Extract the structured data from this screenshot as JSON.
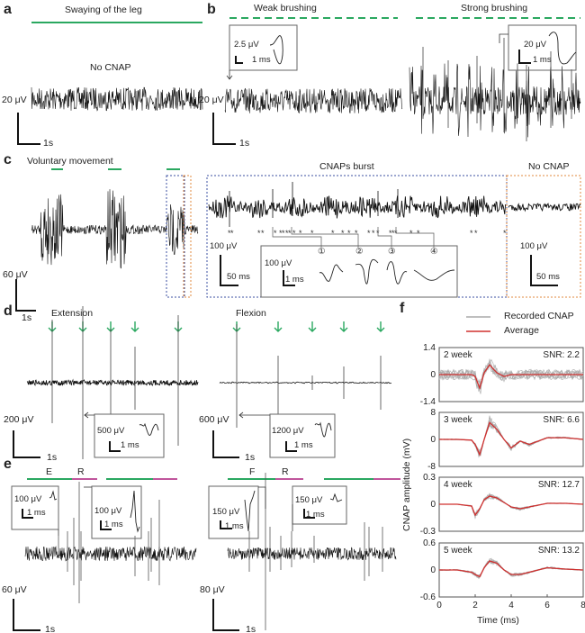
{
  "panels": {
    "a": {
      "letter": "a",
      "title": "Swaying of the leg",
      "note": "No CNAP",
      "scale_v": "20 μV",
      "scale_h": "1s"
    },
    "b": {
      "letter": "b",
      "weak": "Weak brushing",
      "strong": "Strong brushing",
      "scale_v": "20 μV",
      "scale_h": "1s",
      "inset_weak": {
        "v": "2.5 μV",
        "h": "1 ms"
      },
      "inset_strong": {
        "v": "20 μV",
        "h": "1 ms"
      }
    },
    "c": {
      "letter": "c",
      "title": "Voluntary movement",
      "scale_v": "60 μV",
      "scale_h": "1s",
      "burst_title": "CNAPs burst",
      "no_cnap_title": "No CNAP",
      "burst_scale_v": "100 μV",
      "burst_scale_h": "50 ms",
      "nocnap_scale_v": "100 μV",
      "nocnap_scale_h": "50 ms",
      "inset": {
        "v": "100 μV",
        "h": "1 ms",
        "markers": [
          "①",
          "②",
          "③",
          "④"
        ]
      }
    },
    "d": {
      "letter": "d",
      "extension": "Extension",
      "flexion": "Flexion",
      "ext_scale_v": "200 μV",
      "ext_scale_h": "1s",
      "flex_scale_v": "600 μV",
      "flex_scale_h": "1s",
      "ext_inset": {
        "v": "500 μV",
        "h": "1 ms"
      },
      "flex_inset": {
        "v": "1200 μV",
        "h": "1 ms"
      }
    },
    "e": {
      "letter": "e",
      "left_labels": [
        "E",
        "R"
      ],
      "right_labels": [
        "F",
        "R"
      ],
      "left_scale_v": "60 μV",
      "left_scale_h": "1s",
      "right_scale_v": "80 μV",
      "right_scale_h": "1s",
      "insets": [
        {
          "v": "100 μV",
          "h": "1 ms"
        },
        {
          "v": "100 μV",
          "h": "1 ms"
        },
        {
          "v": "150 μV",
          "h": "1 ms"
        },
        {
          "v": "150 μV",
          "h": "1 ms"
        }
      ]
    },
    "f": {
      "letter": "f"
    }
  },
  "colors": {
    "green": "#2aa860",
    "magenta": "#c0559c",
    "blue": "#3b4fa0",
    "orange": "#e08a3c",
    "red": "#d0302f",
    "grey": "#aaaaaa"
  },
  "chart_data": {
    "type": "line",
    "xlabel": "Time (ms)",
    "ylabel": "CNAP amplitude (mV)",
    "xlim": [
      0,
      8
    ],
    "xticks": [
      "0",
      "2",
      "4",
      "6",
      "8"
    ],
    "legend": [
      "Recorded CNAP",
      "Average"
    ],
    "legend_position": "top",
    "x": [
      0,
      1,
      1.8,
      2.0,
      2.25,
      2.5,
      2.8,
      3.2,
      3.6,
      4,
      4.5,
      5,
      6,
      7,
      8
    ],
    "subplots": [
      {
        "label": "2 week",
        "snr": "SNR: 2.2",
        "ylim": [
          -1.4,
          1.4
        ],
        "yticks": [
          "1.4",
          "0",
          "-1.4"
        ],
        "average": [
          0,
          0,
          0,
          -0.1,
          -0.7,
          0.1,
          0.5,
          0.1,
          -0.1,
          0,
          0,
          0,
          0,
          0,
          0
        ],
        "noise": 0.35
      },
      {
        "label": "3 week",
        "snr": "SNR: 6.6",
        "ylim": [
          -8,
          8
        ],
        "yticks": [
          "8",
          "0",
          "-8"
        ],
        "average": [
          0,
          0,
          -0.2,
          -1.5,
          -4.5,
          0,
          5,
          3,
          0,
          -2.5,
          -0.5,
          -1.5,
          0.5,
          0.5,
          0
        ],
        "noise": 0.8
      },
      {
        "label": "4 week",
        "snr": "SNR: 12.7",
        "ylim": [
          -0.3,
          0.3
        ],
        "yticks": [
          "0.3",
          "0",
          "-0.3"
        ],
        "average": [
          0,
          0,
          -0.02,
          -0.12,
          -0.05,
          0.05,
          0.09,
          0.07,
          0.02,
          -0.03,
          -0.05,
          -0.03,
          0.01,
          0.01,
          0
        ],
        "noise": 0.012
      },
      {
        "label": "5 week",
        "snr": "SNR: 13.2",
        "ylim": [
          -0.6,
          0.6
        ],
        "yticks": [
          "0.6",
          "0",
          "-0.6"
        ],
        "average": [
          0,
          0,
          -0.05,
          -0.1,
          -0.15,
          0.05,
          0.2,
          0.15,
          0,
          -0.1,
          -0.1,
          -0.05,
          0.05,
          0.02,
          0
        ],
        "noise": 0.08
      }
    ]
  }
}
